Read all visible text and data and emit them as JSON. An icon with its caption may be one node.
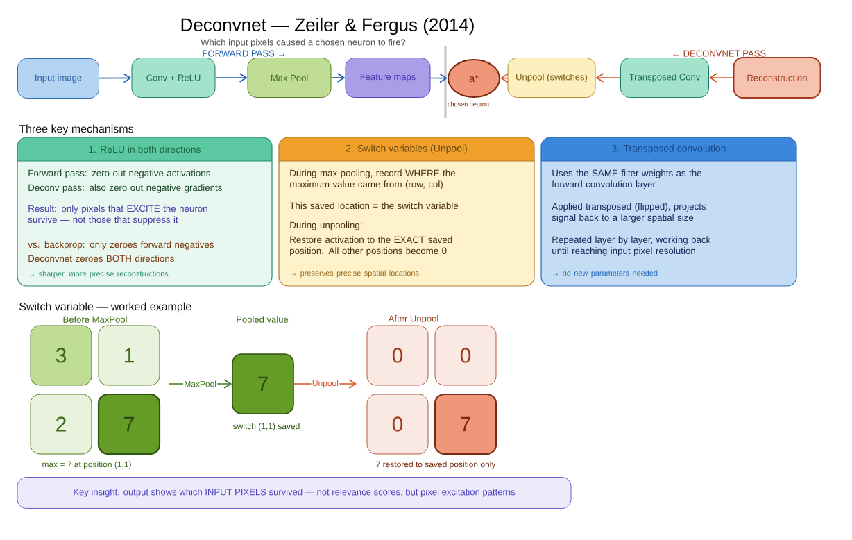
{
  "diagram": {
    "title": "Deconvnet — Zeiler & Fergus (2014)",
    "nodes": [
      {
        "text": [
          "Input image"
        ]
      },
      {
        "text": [
          "Conv + ReLU"
        ]
      },
      {
        "text": [
          "Max Pool"
        ]
      },
      {
        "text": [
          "Feature maps"
        ]
      },
      {
        "text": [
          "a*"
        ],
        "beside": [
          "chosen neuron"
        ]
      },
      {
        "text": [
          "Unpool (switches)"
        ]
      },
      {
        "text": [
          "Transposed Conv"
        ]
      },
      {
        "text": [
          "Reconstruction"
        ]
      },
      {
        "text": [
          "1.  ReLU in both directions",
          "Forward pass:  zero out negative activations",
          "Deconv pass:  also zero out negative gradients",
          "Result: only pixels that EXCITE the neuron survive — not those that suppress it",
          "vs. backprop: only zeroes forward negatives",
          "Deconvnet zeroes BOTH directions",
          "→ sharper, more precise reconstructions"
        ]
      },
      {
        "text": [
          "2.  Switch variables (Unpool)",
          "During max-pooling, record WHERE the maximum value came from (row, col)",
          "This saved location = the switch variable",
          "During unpooling:",
          "Restore activation to the EXACT saved position.  All other positions become 0",
          "→ preserves precise spatial locations"
        ]
      },
      {
        "text": [
          "3.  Transposed convolution",
          "Uses the SAME filter weights as the forward convolution layer",
          "Applied transposed (flipped), projects signal back to a larger spatial size",
          "Repeated layer by layer, working back until reaching input pixel resolution",
          "→ no new parameters needed"
        ]
      },
      {
        "text": [
          "3"
        ]
      },
      {
        "text": [
          "1"
        ]
      },
      {
        "text": [
          "2"
        ]
      },
      {
        "text": [
          "7"
        ]
      },
      {
        "text": [
          "7"
        ],
        "beside": [
          "switch (1,1) saved"
        ]
      },
      {
        "text": [
          "0"
        ]
      },
      {
        "text": [
          "0"
        ]
      },
      {
        "text": [
          "0"
        ]
      },
      {
        "text": [
          "7"
        ]
      },
      {
        "text": [
          "Key insight: output shows which INPUT PIXELS survived — not relevance scores, but pixel excitation patterns"
        ]
      }
    ],
    "edges": [
      {
        "from": 0,
        "to": 1,
        "arrow": "to"
      },
      {
        "from": 1,
        "to": 2,
        "arrow": "to"
      },
      {
        "from": 2,
        "to": 3,
        "arrow": "to"
      },
      {
        "from": 3,
        "to": 4,
        "arrow": "to"
      },
      {
        "from": 5,
        "to": 4,
        "arrow": "to",
        "color": "#d9552b"
      },
      {
        "from": 6,
        "to": 5,
        "arrow": "to",
        "color": "#d9552b"
      },
      {
        "from": 7,
        "to": 6,
        "arrow": "to",
        "color": "#d9552b"
      },
      {
        "from": null,
        "to": 15,
        "arrow": "to",
        "label": "MaxPool",
        "color": "#3d7a1a"
      },
      {
        "from": 15,
        "to": null,
        "arrow": "to",
        "label": "Unpool",
        "color": "#d9552b"
      }
    ],
    "labels": [
      "Which input pixels caused a chosen neuron to fire?",
      "FORWARD PASS →",
      "← DECONVNET PASS",
      "Three key mechanisms",
      "Switch variable — worked example",
      "Before MaxPool",
      "Pooled value",
      "After Unpool",
      "max = 7  at position (1,1)",
      "7 restored to saved position only"
    ]
  }
}
